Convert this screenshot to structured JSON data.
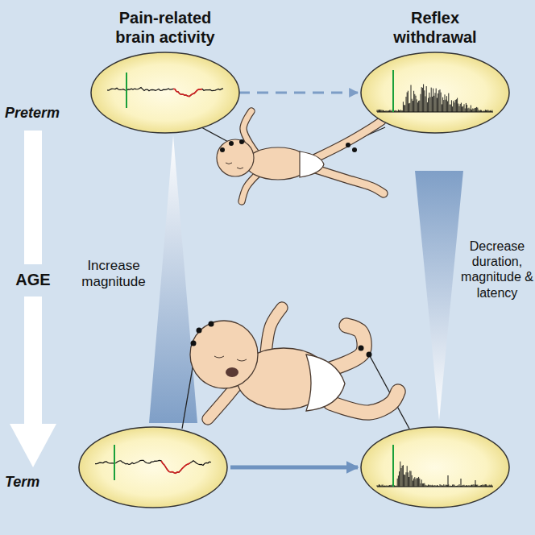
{
  "diagram": {
    "labels": [
      "Pain-related brain activity",
      "Reflex withdrawal",
      "Preterm",
      "AGE",
      "Term",
      "Increase magnitude",
      "Decrease duration, magnitude & latency"
    ]
  }
}
